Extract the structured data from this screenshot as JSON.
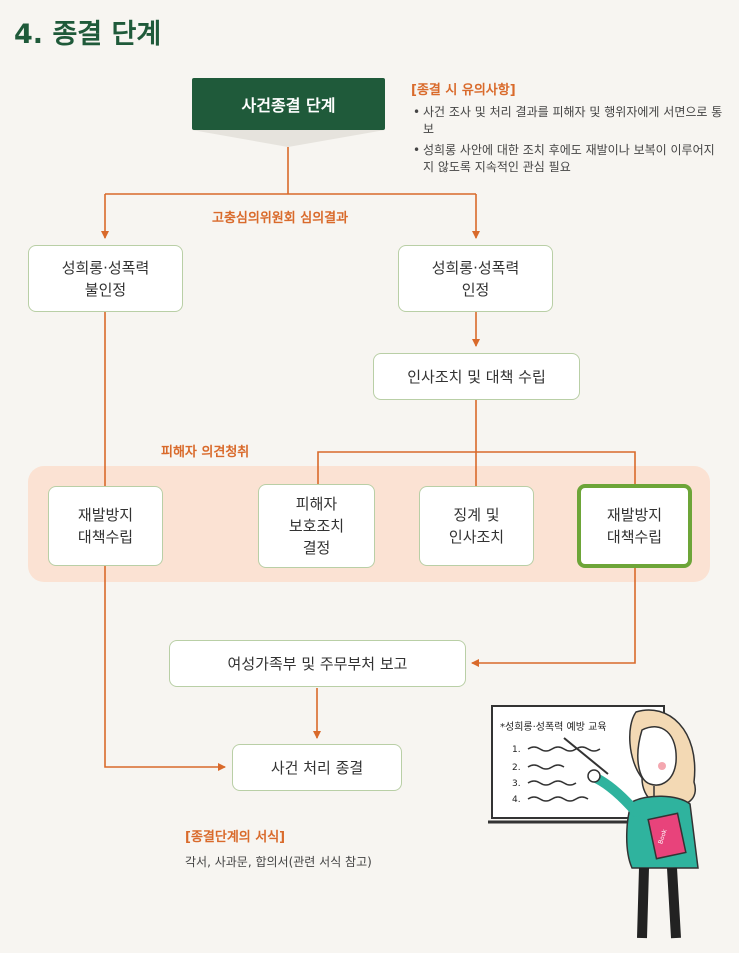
{
  "page_title": "4. 종결 단계",
  "top_box": "사건종결 단계",
  "notes": {
    "heading": "[종결 시 유의사항]",
    "items": [
      "사건 조사 및 처리 결과를 피해자 및 행위자에게 서면으로 통보",
      "성희롱 사안에 대한 조치 후에도 재발이나 보복이 이루어지지 않도록 지속적인 관심 필요"
    ]
  },
  "labels": {
    "committee": "고충심의위원회 심의결과",
    "hearing": "피해자 의견청취"
  },
  "boxes": {
    "not_recognized": "성희롱·성폭력\n불인정",
    "recognized": "성희롱·성폭력\n인정",
    "personnel_plan": "인사조치 및 대책 수립",
    "prevention_left": "재발방지\n대책수립",
    "victim_protection": "피해자\n보호조치\n결정",
    "discipline": "징계 및\n인사조치",
    "prevention_right": "재발방지\n대책수립",
    "report": "여성가족부 및 주무부처 보고",
    "closure": "사건 처리 종결"
  },
  "forms": {
    "heading": "[종결단계의 서식]",
    "text": "각서, 사과문, 합의서(관련 서식 참고)"
  },
  "illustration": {
    "board_heading": "*성희롱·성폭력 예방 교육",
    "list_numbers": [
      "1.",
      "2.",
      "3.",
      "4."
    ],
    "book_label": "Book"
  },
  "colors": {
    "accent_green": "#1f5a3a",
    "arrow_orange": "#d96a2b",
    "highlight_green": "#6da538",
    "band": "#fbe2d3"
  }
}
